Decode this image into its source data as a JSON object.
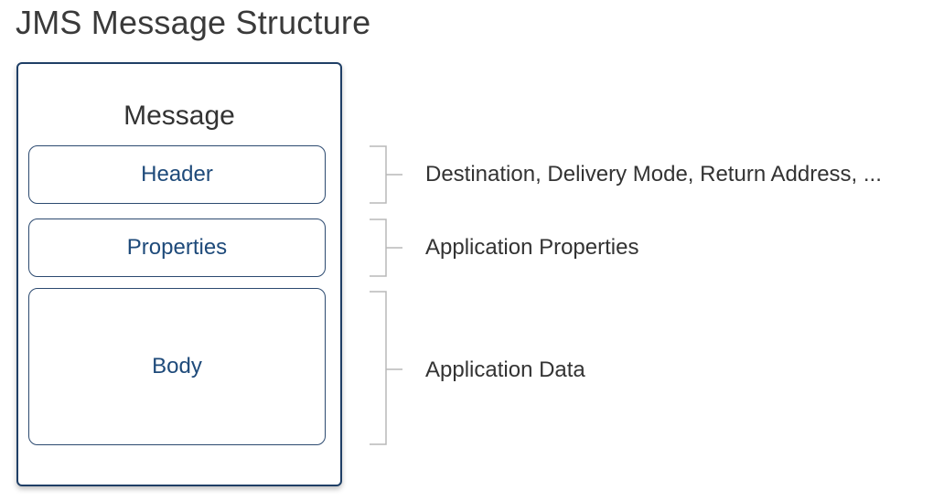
{
  "title": "JMS Message Structure",
  "message": {
    "label": "Message",
    "sections": [
      {
        "label": "Header",
        "description": "Destination, Delivery Mode, Return Address, ..."
      },
      {
        "label": "Properties",
        "description": "Application Properties"
      },
      {
        "label": "Body",
        "description": "Application Data"
      }
    ]
  },
  "colors": {
    "outer_border": "#1f3f66",
    "section_border": "#2c4a70",
    "section_text": "#1e4a7a",
    "bracket": "#b8b8b8"
  }
}
